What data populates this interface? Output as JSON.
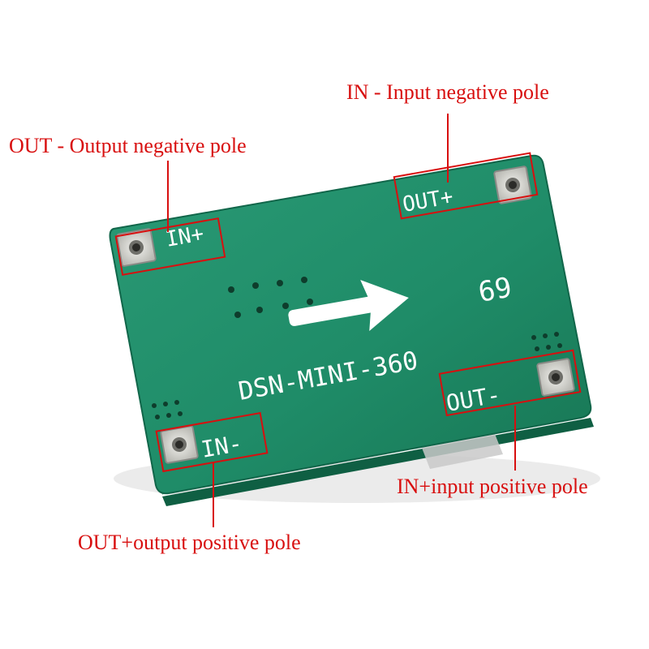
{
  "colors": {
    "annotation": "#d80f0f",
    "pcb": "#1f8c68",
    "pcb_edge": "#0d5a40",
    "silkscreen": "#ffffff",
    "pad": "#d9d9d4"
  },
  "board": {
    "model": "DSN-MINI-360",
    "number": "69",
    "pads": {
      "top_left": "IN+",
      "top_right": "OUT+",
      "bottom_left": "IN-",
      "bottom_right": "OUT-"
    },
    "arrow_icon": "right-arrow-icon"
  },
  "annotations": {
    "top_right": "IN - Input negative pole",
    "top_left": "OUT - Output negative pole",
    "bottom_right": "IN+input positive pole",
    "bottom_left": "OUT+output positive pole"
  }
}
